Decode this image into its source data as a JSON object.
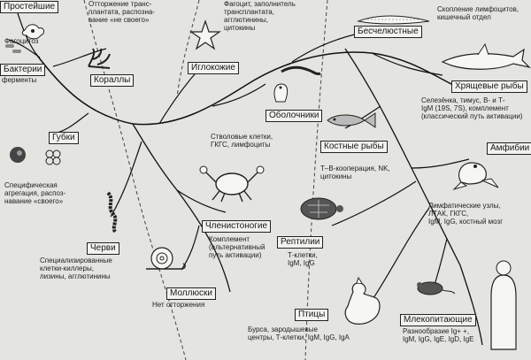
{
  "taxa": {
    "protozoa": "Простейшие",
    "bacteria": "Бактерии",
    "corals": "Кораллы",
    "sponges": "Губки",
    "echinoderms": "Иглокожие",
    "tunicates": "Оболочники",
    "jawless": "Бесчелюстные",
    "cartilaginous": "Хрящевые рыбы",
    "bony_fish": "Костные рыбы",
    "amphibians": "Амфибии",
    "arthropods": "Членистоногие",
    "worms": "Черви",
    "molluscs": "Моллюски",
    "reptiles": "Рептилии",
    "birds": "Птицы",
    "mammals": "Млекопитающие"
  },
  "notes": {
    "protozoa": "Фагоцитоз",
    "bacteria": "ферменты",
    "corals": "Отторжение транс-\nплантата, распозна-\nвание «не своего»",
    "echinoderms": "Фагоцит, заполнитель\nтрансплантата,\nагглютинины,\nцитокины",
    "sponges": "Специфическая\nагрегация, распоз-\nнавание «своего»",
    "jawless": "Скопление лимфоцитов,\nкишечный отдел",
    "cartilaginous": "Селезёнка, тимус, В- и Т-\nIgM (19S, 7S), комплемент\n(классический путь активации)",
    "tunicates": "Стволовые клетки,\nГКГС, лимфоциты",
    "bony_fish": "Т–В-кооперация, NK,\nцитокины",
    "amphibians": "Лимфатические узлы,\nЛТАК, ГКГС,\nIgM, IgG, костный мозг",
    "arthropods": "Комплемент\n(альтернативный\nпуть активации)",
    "worms": "Специализированные\nклетки-киллеры,\nлизины, агглютинины",
    "molluscs": "Нет отторжения",
    "reptiles": "Т-клетки,\nIgM, IgG",
    "birds": "Бурса, зародышевые\nцентры, Т-клетки, IgM, IgG, IgA",
    "mammals": "Разнообразие Ig+ +,\nIgM, IgG, IgE, IgD, IgE"
  },
  "colors": {
    "background": "#e4e4e0",
    "ink": "#1a1a1a",
    "box_fill": "#f2f2ee"
  },
  "icons": {
    "protozoa": "amoeba",
    "bacteria": "bacteria-cluster",
    "sponges": "sponge",
    "corals": "coral",
    "echinoderms": "starfish",
    "tunicates": "sea-squirt",
    "jawless": "lamprey",
    "cartilaginous": "shark",
    "bony_fish": "fish",
    "amphibians": "frog",
    "arthropods": "crab",
    "worms": "worm",
    "molluscs": "snail",
    "reptiles": "turtle",
    "birds": "chicken",
    "mammals": "mouse-and-human"
  }
}
